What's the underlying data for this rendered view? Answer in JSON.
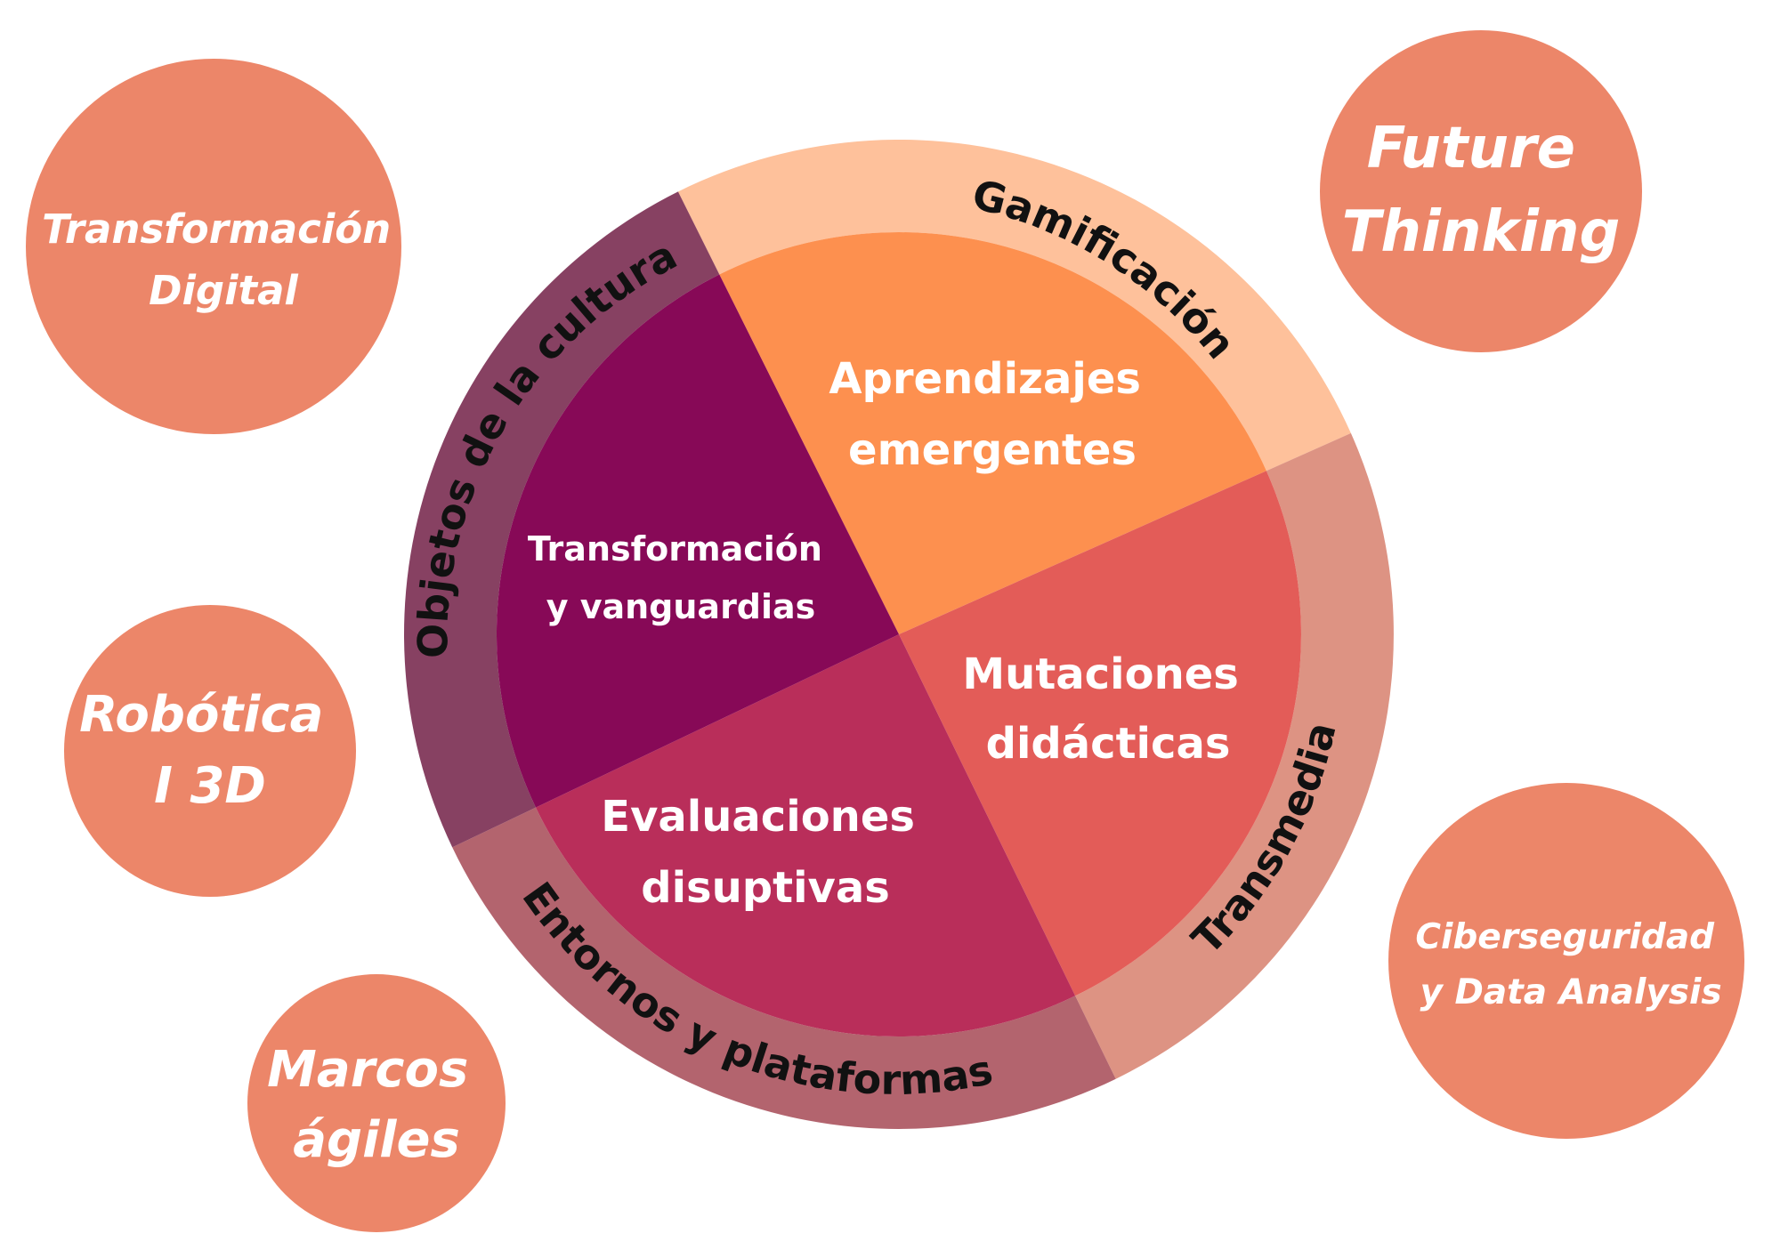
{
  "colors": {
    "bubble": "#ec8669",
    "ring_top": "#fec19b",
    "ring_right": "#dd9383",
    "ring_bottom": "#b3646e",
    "ring_left": "#874162",
    "inner_top": "#fd904f",
    "inner_right": "#e35c58",
    "inner_bottom": "#b92e5a",
    "inner_left": "#870957",
    "text_light": "#ffffff",
    "text_dark": "#111111"
  },
  "bubbles": [
    {
      "id": "transformacion-digital",
      "lines": [
        "Transformación",
        "Digital"
      ]
    },
    {
      "id": "future-thinking",
      "lines": [
        "Future",
        "Thinking"
      ]
    },
    {
      "id": "robotica-3d",
      "lines": [
        "Robótica",
        "I 3D"
      ]
    },
    {
      "id": "marcos-agiles",
      "lines": [
        "Marcos",
        "ágiles"
      ]
    },
    {
      "id": "ciberseguridad",
      "lines": [
        "Ciberseguridad",
        "y Data Analysis"
      ]
    }
  ],
  "wheel": {
    "sectors": [
      {
        "id": "aprendizajes",
        "lines": [
          "Aprendizajes",
          "emergentes"
        ]
      },
      {
        "id": "mutaciones",
        "lines": [
          "Mutaciones",
          "didácticas"
        ]
      },
      {
        "id": "evaluaciones",
        "lines": [
          "Evaluaciones",
          "disuptivas"
        ]
      },
      {
        "id": "transformacion-vanguardias",
        "lines": [
          "Transformación",
          "y vanguardias"
        ]
      }
    ],
    "ring_labels": [
      {
        "id": "gamificacion",
        "text": "Gamificación"
      },
      {
        "id": "transmedia",
        "text": "Transmedia"
      },
      {
        "id": "entornos",
        "text": "Entornos y plataformas"
      },
      {
        "id": "objetos",
        "text": "Objetos de la cultura"
      }
    ]
  }
}
